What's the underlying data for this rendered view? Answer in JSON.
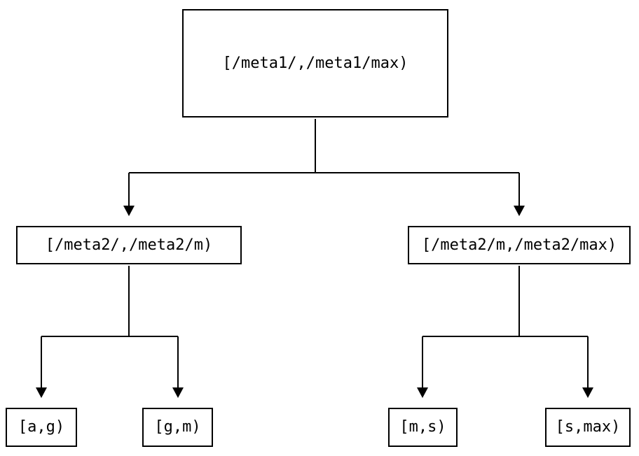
{
  "tree": {
    "root": {
      "label": "[/meta1/,/meta1/max)"
    },
    "level2": [
      {
        "id": "left",
        "label": "[/meta2/,/meta2/m)",
        "parent": "root"
      },
      {
        "id": "right",
        "label": "[/meta2/m,/meta2/max)",
        "parent": "root"
      }
    ],
    "leaves": [
      {
        "id": "leaf-a-g",
        "label": "[a,g)",
        "parent": "left"
      },
      {
        "id": "leaf-g-m",
        "label": "[g,m)",
        "parent": "left"
      },
      {
        "id": "leaf-m-s",
        "label": "[m,s)",
        "parent": "right"
      },
      {
        "id": "leaf-s-max",
        "label": "[s,max)",
        "parent": "right"
      }
    ],
    "edges": [
      {
        "from": "root",
        "to": "left"
      },
      {
        "from": "root",
        "to": "right"
      },
      {
        "from": "left",
        "to": "leaf-a-g"
      },
      {
        "from": "left",
        "to": "leaf-g-m"
      },
      {
        "from": "right",
        "to": "leaf-m-s"
      },
      {
        "from": "right",
        "to": "leaf-s-max"
      }
    ],
    "colors": {
      "line": "#000000",
      "box_border": "#000000",
      "text": "#000000",
      "background": "#ffffff"
    }
  }
}
